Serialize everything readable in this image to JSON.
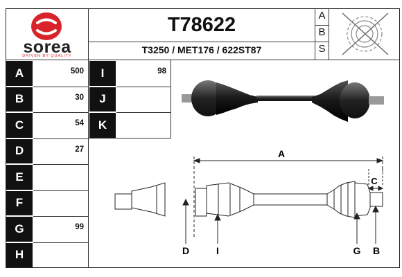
{
  "brand": {
    "name": "sorea",
    "tagline": "DRIVEN BY QUALITY",
    "accent": "#d8232a"
  },
  "header": {
    "part_number": "T78622",
    "cross_refs": "T3250 / MET176 / 622ST87",
    "abs_letters": [
      "A",
      "B",
      "S"
    ],
    "abs_icon": "no-abs-ring-icon"
  },
  "specs_left": [
    {
      "letter": "A",
      "value": "500"
    },
    {
      "letter": "B",
      "value": "30"
    },
    {
      "letter": "C",
      "value": "54"
    },
    {
      "letter": "D",
      "value": "27"
    },
    {
      "letter": "E",
      "value": ""
    },
    {
      "letter": "F",
      "value": ""
    },
    {
      "letter": "G",
      "value": "99"
    },
    {
      "letter": "H",
      "value": ""
    }
  ],
  "specs_right": [
    {
      "letter": "I",
      "value": "98"
    },
    {
      "letter": "J",
      "value": ""
    },
    {
      "letter": "K",
      "value": ""
    }
  ],
  "diagram": {
    "labels": [
      "A",
      "C",
      "D",
      "I",
      "G",
      "B"
    ]
  }
}
